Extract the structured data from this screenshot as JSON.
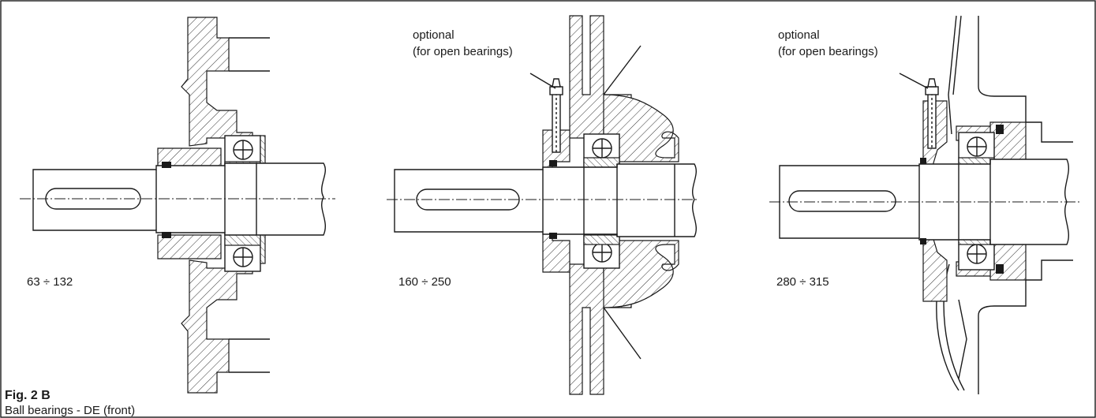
{
  "figure": {
    "title": "Fig. 2 B",
    "subtitle": "Ball bearings - DE (front)"
  },
  "panels": [
    {
      "range": "63 ÷ 132",
      "note": null
    },
    {
      "range": "160 ÷ 250",
      "note": [
        "optional",
        "(for open bearings)"
      ]
    },
    {
      "range": "280 ÷ 315",
      "note": [
        "optional",
        "(for open bearings)"
      ]
    }
  ],
  "colors": {
    "line": "#1a1a1a",
    "background": "#ffffff"
  }
}
